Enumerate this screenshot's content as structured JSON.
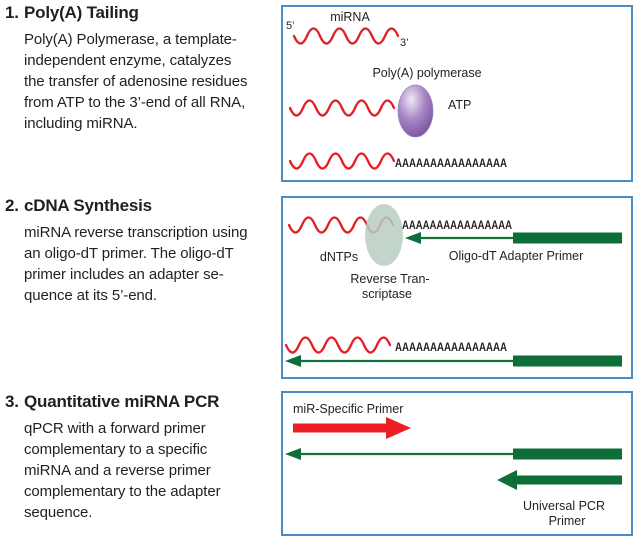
{
  "figure": {
    "sections": [
      {
        "number": "1.",
        "title": "Poly(A) Tailing",
        "body": "Poly(A) Polymerase, a template-\nindependent enzyme, catalyzes\nthe transfer of adenosine residues\nfrom ATP to the 3’-end of all RNA,\nincluding miRNA."
      },
      {
        "number": "2.",
        "title": "cDNA Synthesis",
        "body": "miRNA reverse transcription using\nan oligo-dT primer. The oligo-dT\nprimer includes an adapter se-\nquence at its 5’-end."
      },
      {
        "number": "3.",
        "title": "Quantitative miRNA PCR",
        "body": "qPCR with a forward primer\ncomplementary to a specific\nmiRNA and a reverse primer\ncomplementary to the adapter\nsequence."
      }
    ],
    "panel1": {
      "five_prime": "5’",
      "mirna": "miRNA",
      "three_prime": "3’",
      "enzyme": "Poly(A) polymerase",
      "atp": "ATP",
      "polya_tail": "AAAAAAAAAAAAAAAA"
    },
    "panel2": {
      "polya_tail_top": "AAAAAAAAAAAAAAAA",
      "dntps": "dNTPs",
      "rt_line1": "Reverse Tran-",
      "rt_line2": "scriptase",
      "oligo_dt": "Oligo-dT Adapter Primer",
      "polya_tail_bottom": "AAAAAAAAAAAAAAAA"
    },
    "panel3": {
      "mir_specific": "miR-Specific Primer",
      "universal_line1": "Universal PCR",
      "universal_line2": "Primer"
    },
    "colors": {
      "box_border": "#4b8cc2",
      "rna_red": "#e31e25",
      "primer_red": "#ee1c25",
      "primer_green_dark": "#0e6e3a",
      "primer_green_line": "#15713b",
      "enzyme_purple": "#6d4899",
      "rt_sage": "#b9cec1",
      "text": "#231f20"
    }
  }
}
